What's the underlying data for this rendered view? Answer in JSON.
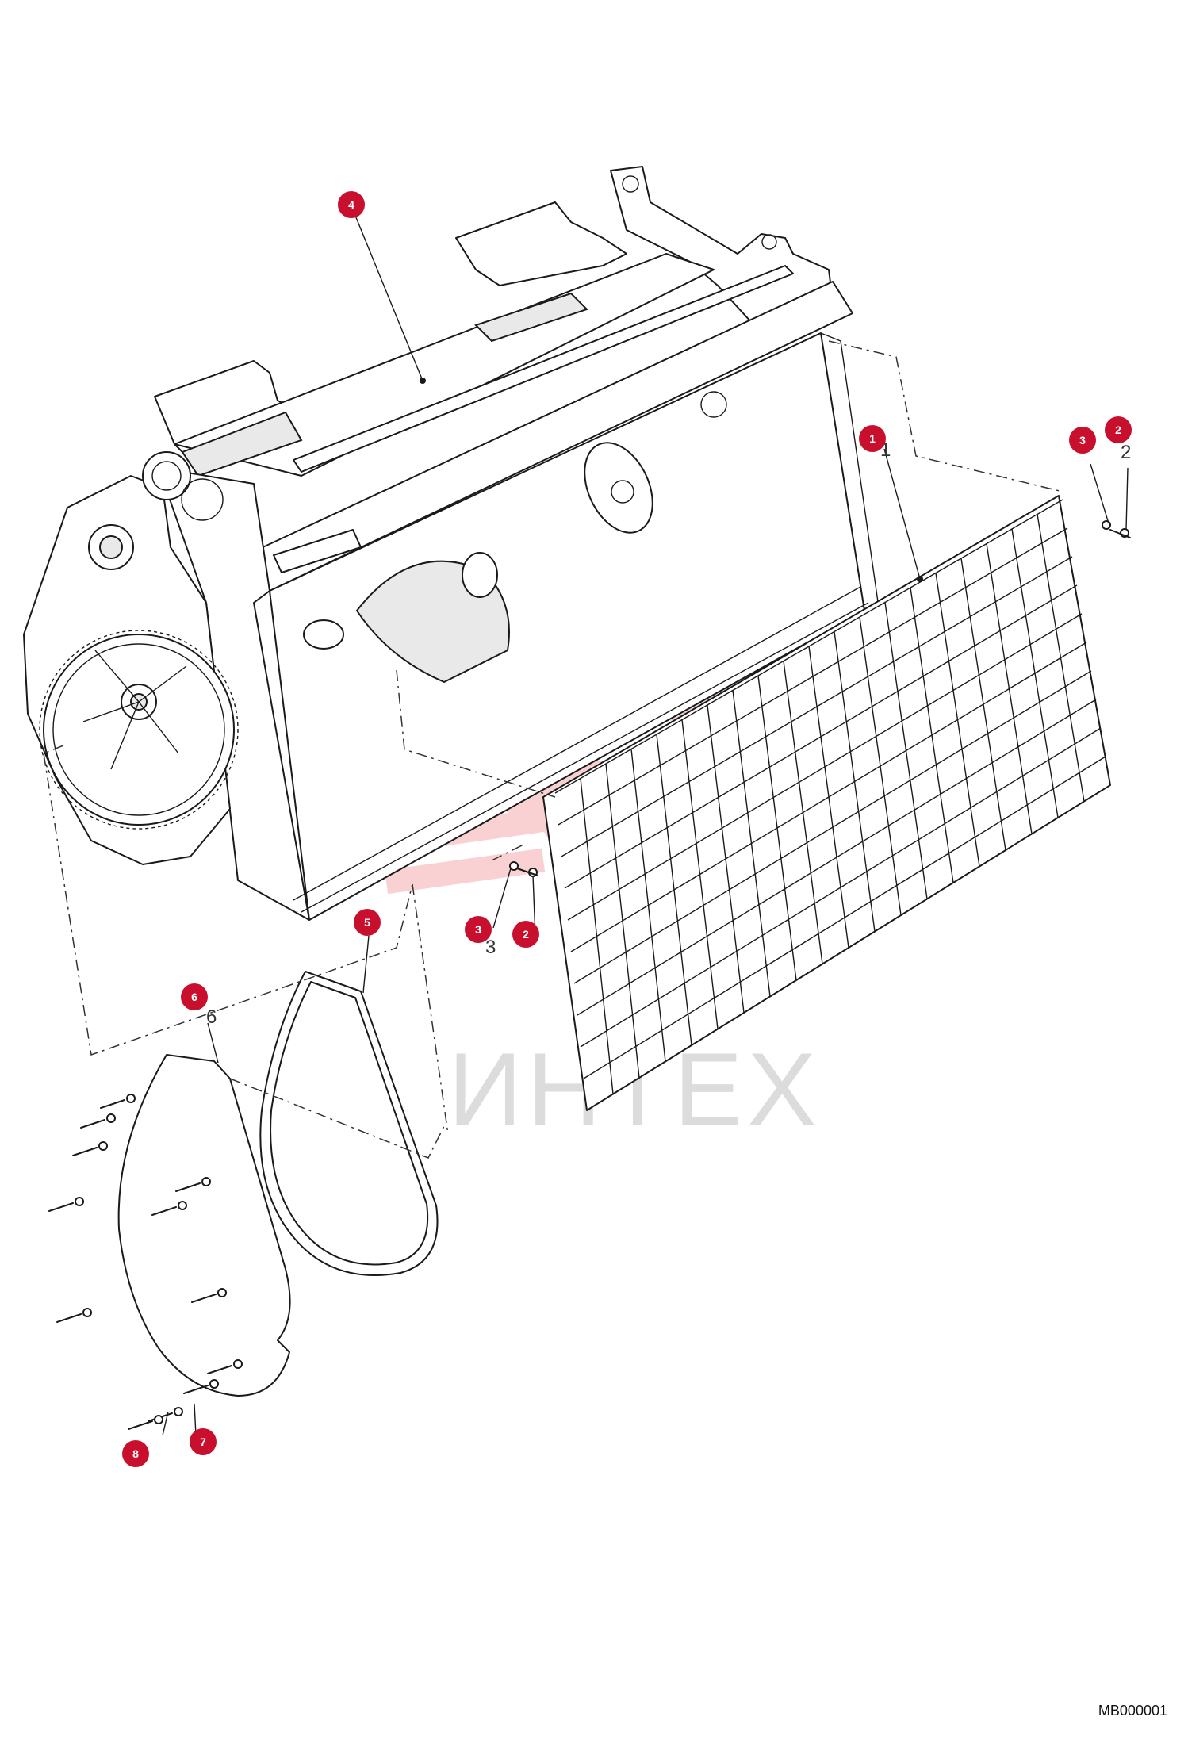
{
  "watermark": {
    "text": "ИНТЕХ",
    "color": "#e8323c"
  },
  "drawing_code": "MB000001",
  "callouts": [
    {
      "id": "callout-1",
      "label": "1"
    },
    {
      "id": "callout-2a",
      "label": "2"
    },
    {
      "id": "callout-3a",
      "label": "3"
    },
    {
      "id": "callout-4",
      "label": "4"
    },
    {
      "id": "callout-3b",
      "label": "3"
    },
    {
      "id": "callout-2b",
      "label": "2"
    },
    {
      "id": "callout-5",
      "label": "5"
    },
    {
      "id": "callout-6",
      "label": "6"
    },
    {
      "id": "callout-7",
      "label": "7"
    },
    {
      "id": "callout-8",
      "label": "8"
    }
  ],
  "drawing_numbers": [
    "1",
    "2",
    "3",
    "6"
  ]
}
